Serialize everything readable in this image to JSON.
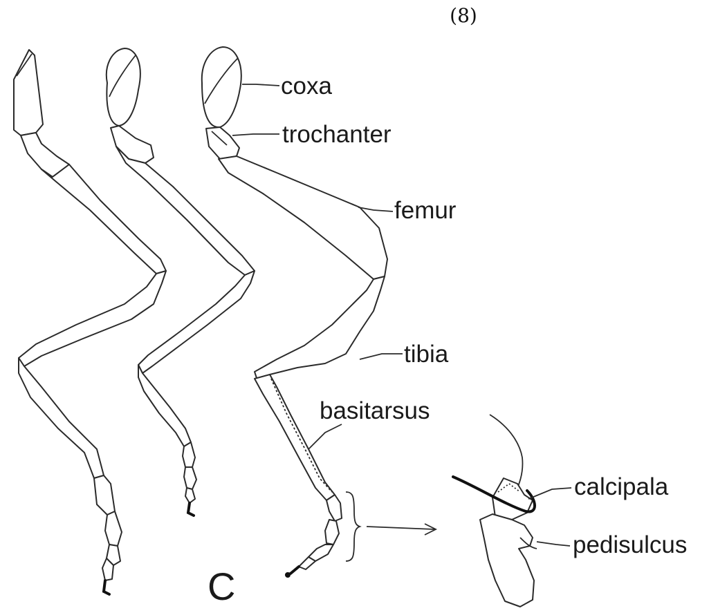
{
  "figure": {
    "number": "(8)",
    "panel_letter": "C",
    "labels": {
      "coxa": "coxa",
      "trochanter": "trochanter",
      "femur": "femur",
      "tibia": "tibia",
      "basitarsus": "basitarsus",
      "calcipala": "calcipala",
      "pedisulcus": "pedisulcus"
    }
  }
}
